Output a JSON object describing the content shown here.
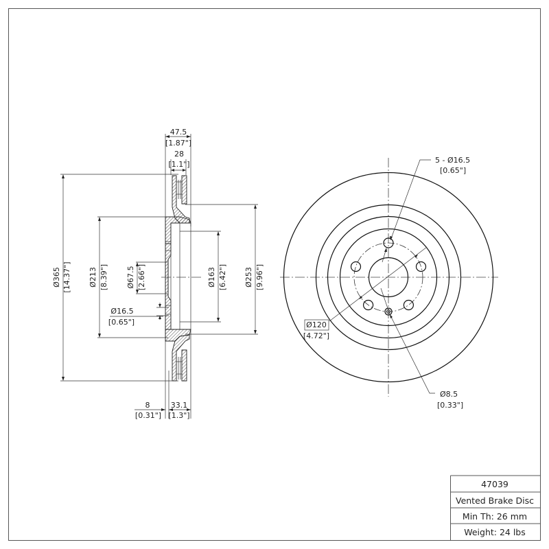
{
  "title_block": {
    "part_number": "47039",
    "description": "Vented Brake Disc",
    "min_thickness": "Min Th: 26 mm",
    "weight": "Weight: 24 lbs"
  },
  "side_view": {
    "overall_width": {
      "mm": "47.5",
      "in": "[1.87\"]"
    },
    "disc_thickness": {
      "mm": "28",
      "in": "[1.1\"]"
    },
    "outer_diameter": {
      "mm": "Ø365",
      "in": "[14.37\"]"
    },
    "hat_diameter": {
      "mm": "Ø213",
      "in": "[8.39\"]"
    },
    "center_bore": {
      "mm": "Ø67.5",
      "in": "[2.66\"]"
    },
    "bolt_hole": {
      "mm": "Ø16.5",
      "in": "[0.65\"]"
    },
    "inner_diameter": {
      "mm": "Ø163",
      "in": "[6.42\"]"
    },
    "friction_inner_diameter": {
      "mm": "Ø253",
      "in": "[9.96\"]"
    },
    "hat_offset": {
      "mm": "8",
      "in": "[0.31\"]"
    },
    "hat_height": {
      "mm": "33.1",
      "in": "[1.3\"]"
    }
  },
  "front_view": {
    "bolt_holes": {
      "mm": "5 - Ø16.5",
      "in": "[0.65\"]"
    },
    "bolt_circle": {
      "mm": "Ø120",
      "in": "[4.72\"]"
    },
    "locating_hole": {
      "mm": "Ø8.5",
      "in": "[0.33\"]"
    }
  },
  "colors": {
    "line": "#222222",
    "background": "#ffffff",
    "frame": "#555555"
  }
}
